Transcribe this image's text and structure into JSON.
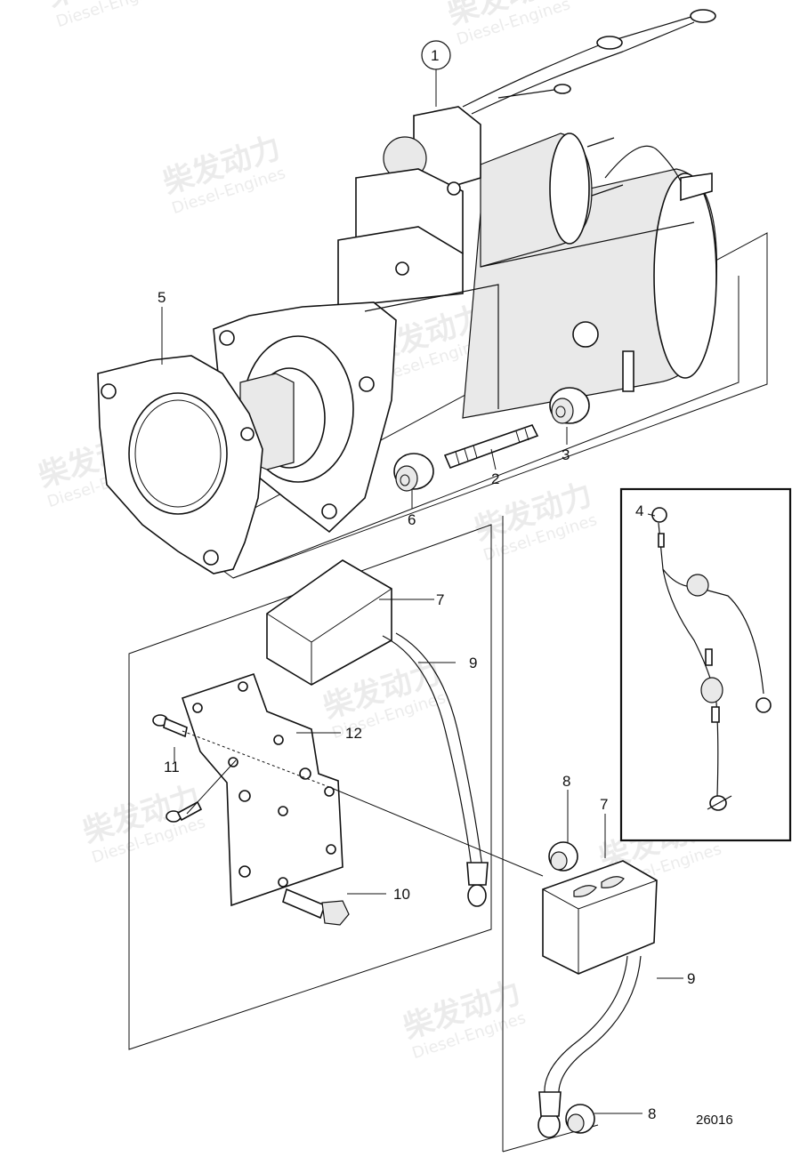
{
  "watermark": {
    "brand_cn": "柴发动力",
    "brand_en": "Diesel-Engines"
  },
  "callouts": {
    "c1": "1",
    "c2": "2",
    "c3": "3",
    "c4": "4",
    "c5": "5",
    "c6": "6",
    "c7a": "7",
    "c7b": "7",
    "c8a": "8",
    "c8b": "8",
    "c9a": "9",
    "c9b": "9",
    "c10": "10",
    "c11": "11",
    "c12": "12"
  },
  "drawing_ref": "26016"
}
